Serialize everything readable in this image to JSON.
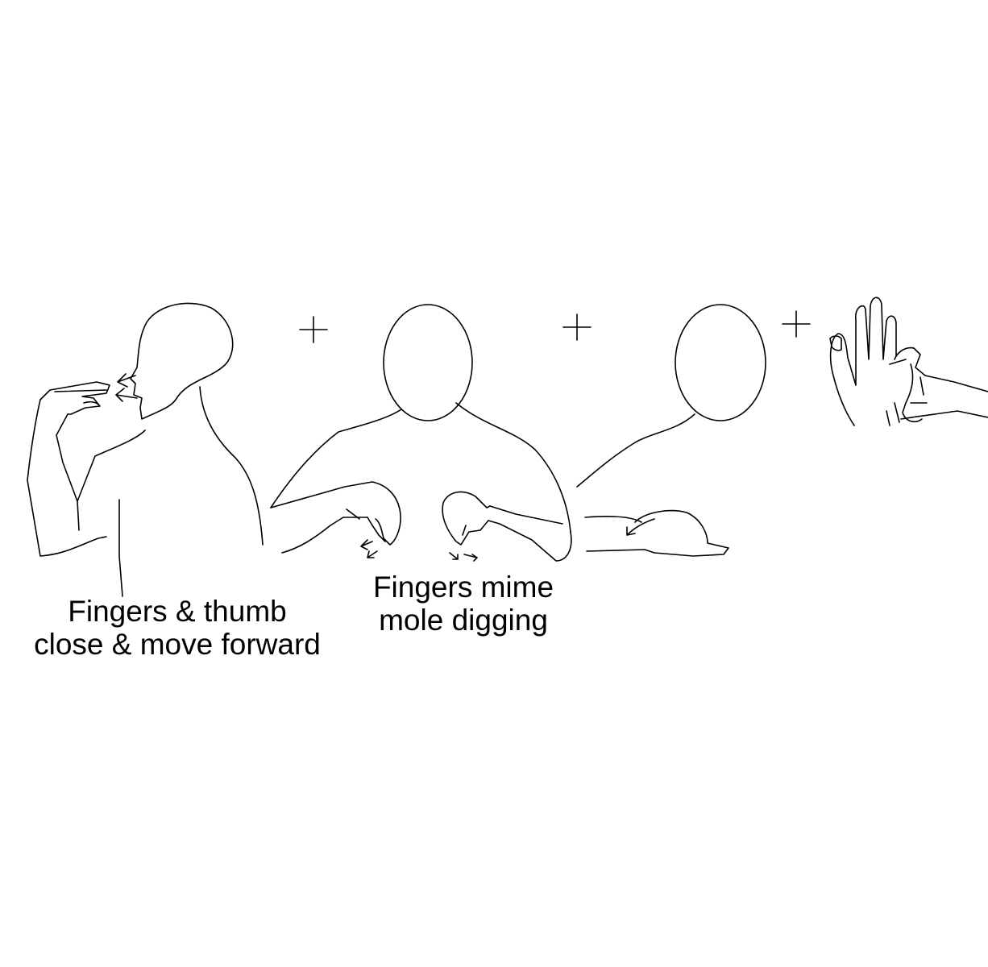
{
  "captions": [
    {
      "line1": "Fingers & thumb",
      "line2": "close & move forward"
    },
    {
      "line1": "Fingers mime",
      "line2": "mole digging"
    }
  ],
  "separators": [
    "+",
    "+",
    "+"
  ],
  "colors": {
    "ink": "#000000",
    "background": "#ffffff"
  }
}
